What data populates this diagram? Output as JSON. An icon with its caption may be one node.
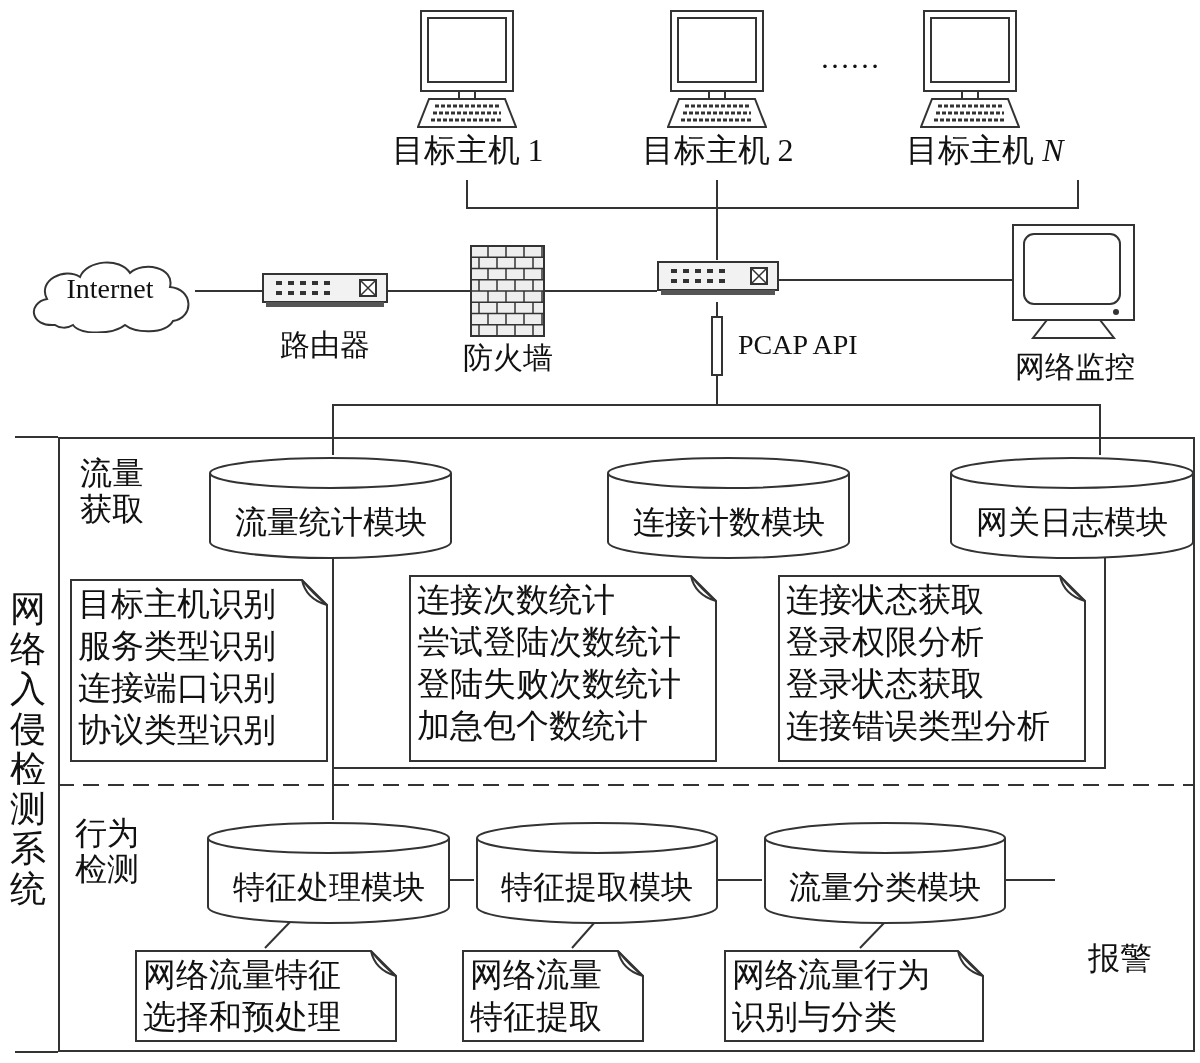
{
  "diagram": {
    "nodes": [
      {
        "text": [
          "目标主机 1"
        ]
      },
      {
        "text": [
          "目标主机 2"
        ]
      },
      {
        "text": [
          "目标主机 *N*"
        ]
      },
      {
        "text": [
          "Internet"
        ]
      },
      {
        "text": [
          "路由器"
        ]
      },
      {
        "text": [
          "防火墙"
        ]
      },
      {
        "text": [],
        "shape": "picture"
      },
      {
        "text": [
          "网络监控"
        ]
      },
      {
        "text": [
          "PCAP API"
        ]
      },
      {
        "text": [
          "网络入侵检测系统"
        ]
      },
      {
        "text": [
          "流量统计模块"
        ],
        "in": 9
      },
      {
        "text": [
          "连接计数模块"
        ],
        "in": 9
      },
      {
        "text": [
          "网关日志模块"
        ],
        "in": 9
      },
      {
        "text": [
          "目标主机识别",
          "服务类型识别",
          "连接端口识别",
          "协议类型识别"
        ],
        "in": 9
      },
      {
        "text": [
          "连接次数统计",
          "尝试登陆次数统计",
          "登陆失败次数统计",
          "加急包个数统计"
        ],
        "in": 9
      },
      {
        "text": [
          "连接状态获取",
          "登录权限分析",
          "登录状态获取",
          "连接错误类型分析"
        ],
        "in": 9
      },
      {
        "text": [
          "特征处理模块"
        ],
        "in": 9
      },
      {
        "text": [
          "特征提取模块"
        ],
        "in": 9
      },
      {
        "text": [
          "流量分类模块"
        ],
        "in": 9
      },
      {
        "text": [
          "网络流量特征选择和预处理"
        ],
        "in": 9
      },
      {
        "text": [
          "网络流量特征提取"
        ],
        "in": 9
      },
      {
        "text": [
          "网络流量行为识别与分类"
        ],
        "in": 9
      }
    ],
    "edges": [
      {
        "from": 0,
        "to": 6,
        "arrow": "none"
      },
      {
        "from": 1,
        "to": 6,
        "arrow": "none"
      },
      {
        "from": 2,
        "to": 6,
        "arrow": "none"
      },
      {
        "from": 3,
        "to": 4,
        "arrow": "none"
      },
      {
        "from": 4,
        "to": 5,
        "arrow": "none"
      },
      {
        "from": 5,
        "to": 6,
        "arrow": "none"
      },
      {
        "from": 6,
        "to": 7,
        "arrow": "none"
      },
      {
        "from": 6,
        "to": 8,
        "arrow": "none"
      },
      {
        "from": 8,
        "to": 10,
        "arrow": "none"
      },
      {
        "from": 8,
        "to": 12,
        "arrow": "none"
      },
      {
        "from": 10,
        "to": 16,
        "arrow": "none"
      },
      {
        "from": 12,
        "to": 16,
        "arrow": "none"
      },
      {
        "from": 16,
        "to": 17,
        "arrow": "none"
      },
      {
        "from": 17,
        "to": 18,
        "arrow": "none"
      },
      {
        "from": 18,
        "to": null,
        "arrow": "none"
      },
      {
        "from": 16,
        "to": 19,
        "arrow": "none"
      },
      {
        "from": 17,
        "to": 20,
        "arrow": "none"
      },
      {
        "from": 18,
        "to": 21,
        "arrow": "none"
      }
    ],
    "labels": [
      "……",
      "流量获取",
      "行为检测",
      "报警"
    ]
  }
}
